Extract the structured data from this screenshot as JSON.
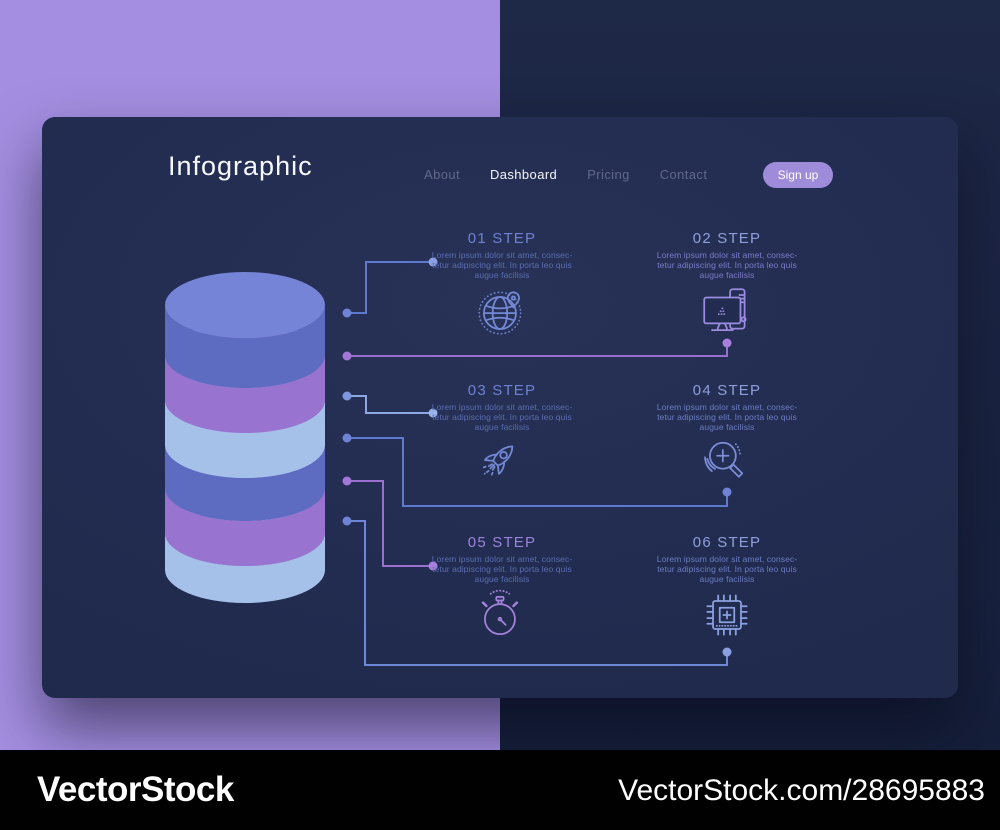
{
  "page": {
    "brand": "Infographic"
  },
  "nav": {
    "items": [
      {
        "label": "About",
        "active": false
      },
      {
        "label": "Dashboard",
        "active": true
      },
      {
        "label": "Pricing",
        "active": false
      },
      {
        "label": "Contact",
        "active": false
      }
    ],
    "signup": "Sign up"
  },
  "steps": [
    {
      "title": "01 STEP",
      "body": "Lorem ipsum dolor sit amet, consec-\ntetur adipiscing elit. In porta leo quis\naugue facilisis",
      "icon": "globe-location",
      "title_color": "#6d82d2",
      "body_color": "#5c6cb2",
      "icon_color": "#7489d6"
    },
    {
      "title": "02 STEP",
      "body": "Lorem ipsum dolor sit amet, consec-\ntetur adipiscing elit. In porta leo quis\naugue facilisis",
      "icon": "desktop-computer",
      "title_color": "#8f9fdd",
      "body_color": "#7d7bca",
      "icon_color": "#9a8ce0"
    },
    {
      "title": "03 STEP",
      "body": "Lorem ipsum dolor sit amet, consec-\ntetur adipiscing elit. In porta leo quis\naugue facilisis",
      "icon": "rocket",
      "title_color": "#6d82d2",
      "body_color": "#5c6cb2",
      "icon_color": "#7489d6"
    },
    {
      "title": "04 STEP",
      "body": "Lorem ipsum dolor sit amet, consec-\ntetur adipiscing elit. In porta leo quis\naugue facilisis",
      "icon": "magnifier-zoom-in",
      "title_color": "#8f9fdd",
      "body_color": "#6d7cc2",
      "icon_color": "#7c8dd8"
    },
    {
      "title": "05 STEP",
      "body": "Lorem ipsum dolor sit amet, consec-\ntetur adipiscing elit. In porta leo quis\naugue facilisis",
      "icon": "stopwatch",
      "title_color": "#9d82d9",
      "body_color": "#5c6cb2",
      "icon_color": "#a383da"
    },
    {
      "title": "06 STEP",
      "body": "Lorem ipsum dolor sit amet, consec-\ntetur adipiscing elit. In porta leo quis\naugue facilisis",
      "icon": "cpu-chip",
      "title_color": "#8f9fdd",
      "body_color": "#6d7cc2",
      "icon_color": "#8ba1e0"
    }
  ],
  "cylinder_layers": [
    {
      "top": "#7684d8",
      "side": "#5d6bc0"
    },
    {
      "top": "#b388e2",
      "side": "#9873cf"
    },
    {
      "top": "#c0d4f3",
      "side": "#a6c1e9"
    },
    {
      "top": "#7684d8",
      "side": "#5d6bc0"
    },
    {
      "top": "#b388e2",
      "side": "#9873cf"
    },
    {
      "top": "#c0d4f3",
      "side": "#a6c1e9"
    }
  ],
  "connectors": [
    {
      "line": "#5f79ce",
      "start": "#6e83d6",
      "end": "#8aa0e2"
    },
    {
      "line": "#9a6fd0",
      "start": "#a377d8",
      "end": "#a87fdc"
    },
    {
      "line": "#8ca9e6",
      "start": "#7f95de",
      "end": "#9ab4ea"
    },
    {
      "line": "#5f79ce",
      "start": "#6e83d6",
      "end": "#6e83d6"
    },
    {
      "line": "#9a6fd0",
      "start": "#a377d8",
      "end": "#a87fdc"
    },
    {
      "line": "#6e87d6",
      "start": "#6e83d6",
      "end": "#8aa0e2"
    }
  ],
  "colors": {
    "background": "#1b2442",
    "panel": "#222c50",
    "purple_block": "#a48ee1",
    "signup_pill": "#9e8bd9",
    "nav_inactive": "#60688a",
    "nav_active": "#f5f6fa"
  },
  "watermark": {
    "brand": "VectorStock",
    "ref": "VectorStock.com/28695883"
  }
}
